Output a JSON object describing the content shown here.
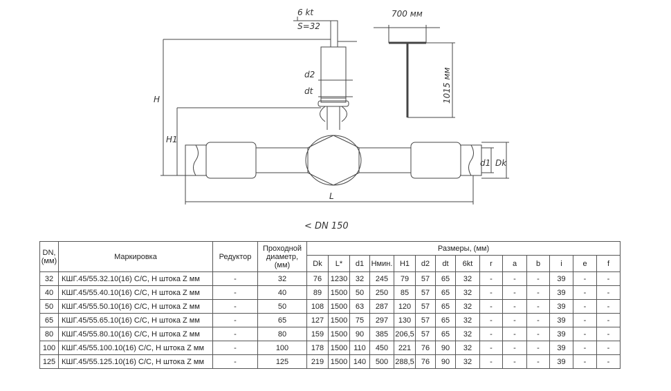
{
  "drawing": {
    "label_6kt": "6 kt",
    "label_s": "S=32",
    "label_d2": "d2",
    "label_dt": "dt",
    "label_H": "H",
    "label_H1": "H1",
    "label_L": "L",
    "label_d1": "d1",
    "label_Dk": "Dk",
    "label_width": "700 мм",
    "label_height": "1015 мм"
  },
  "caption": "< DN 150",
  "table": {
    "header": {
      "dn": "DN, (мм)",
      "marking": "Маркировка",
      "reducer": "Редуктор",
      "diameter": "Проходной диаметр, (мм)",
      "sizes": "Размеры, (мм)",
      "cols": [
        "Dk",
        "L*",
        "d1",
        "Hмин.",
        "H1",
        "d2",
        "dt",
        "6kt",
        "r",
        "a",
        "b",
        "i",
        "e",
        "f"
      ]
    },
    "rows": [
      {
        "dn": "32",
        "mark": "КШГ.45/55.32.10(16) С/С, Н штока Z мм",
        "red": "-",
        "dia": "32",
        "vals": [
          "76",
          "1230",
          "32",
          "245",
          "79",
          "57",
          "65",
          "32",
          "-",
          "-",
          "-",
          "39",
          "-",
          "-"
        ]
      },
      {
        "dn": "40",
        "mark": "КШГ.45/55.40.10(16) С/С, Н штока Z мм",
        "red": "-",
        "dia": "40",
        "vals": [
          "89",
          "1500",
          "50",
          "250",
          "85",
          "57",
          "65",
          "32",
          "-",
          "-",
          "-",
          "39",
          "-",
          "-"
        ]
      },
      {
        "dn": "50",
        "mark": "КШГ.45/55.50.10(16) С/С, Н штока Z мм",
        "red": "-",
        "dia": "50",
        "vals": [
          "108",
          "1500",
          "63",
          "287",
          "120",
          "57",
          "65",
          "32",
          "-",
          "-",
          "-",
          "39",
          "-",
          "-"
        ]
      },
      {
        "dn": "65",
        "mark": "КШГ.45/55.65.10(16) С/С, Н штока Z мм",
        "red": "-",
        "dia": "65",
        "vals": [
          "127",
          "1500",
          "75",
          "297",
          "130",
          "57",
          "65",
          "32",
          "-",
          "-",
          "-",
          "39",
          "-",
          "-"
        ]
      },
      {
        "dn": "80",
        "mark": "КШГ.45/55.80.10(16) С/С, Н штока Z мм",
        "red": "-",
        "dia": "80",
        "vals": [
          "159",
          "1500",
          "90",
          "385",
          "206,5",
          "57",
          "65",
          "32",
          "-",
          "-",
          "-",
          "39",
          "-",
          "-"
        ]
      },
      {
        "dn": "100",
        "mark": "КШГ.45/55.100.10(16) С/С, Н штока Z мм",
        "red": "-",
        "dia": "100",
        "vals": [
          "178",
          "1500",
          "110",
          "450",
          "221",
          "76",
          "90",
          "32",
          "-",
          "-",
          "-",
          "39",
          "-",
          "-"
        ]
      },
      {
        "dn": "125",
        "mark": "КШГ.45/55.125.10(16) С/С, Н штока Z мм",
        "red": "-",
        "dia": "125",
        "vals": [
          "219",
          "1500",
          "140",
          "500",
          "288,5",
          "76",
          "90",
          "32",
          "-",
          "-",
          "-",
          "39",
          "-",
          "-"
        ]
      }
    ]
  }
}
